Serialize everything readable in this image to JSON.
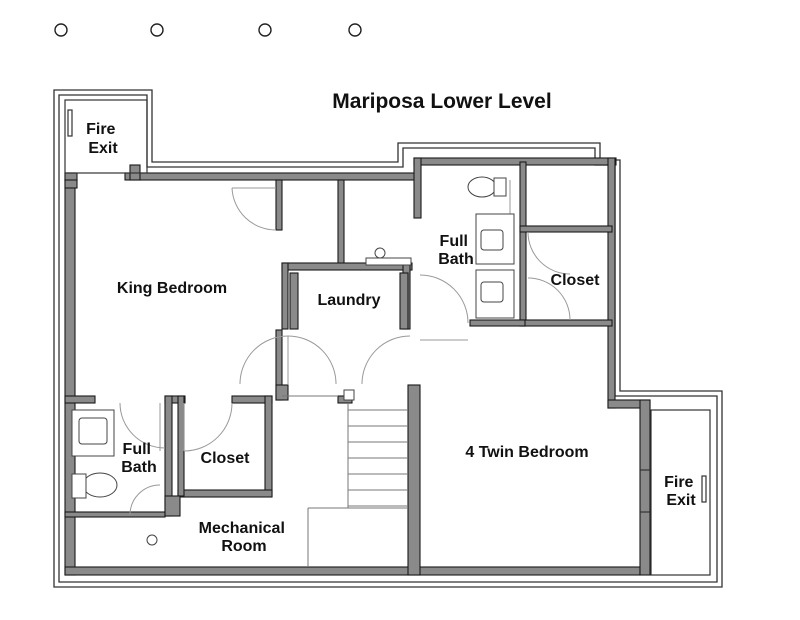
{
  "plan": {
    "title": "Mariposa Lower Level",
    "rooms": {
      "fire_exit_left": [
        "Fire",
        "Exit"
      ],
      "king_bedroom": "King Bedroom",
      "laundry": "Laundry",
      "full_bath_top": [
        "Full",
        "Bath"
      ],
      "closet_top_right": "Closet",
      "full_bath_left": [
        "Full",
        "Bath"
      ],
      "closet_left": "Closet",
      "mechanical_room": [
        "Mechanical",
        "Room"
      ],
      "twin_bedroom": "4 Twin Bedroom",
      "fire_exit_right": [
        "Fire",
        "Exit"
      ]
    },
    "markers": [
      "marker-1",
      "marker-2",
      "marker-3",
      "marker-4"
    ]
  }
}
